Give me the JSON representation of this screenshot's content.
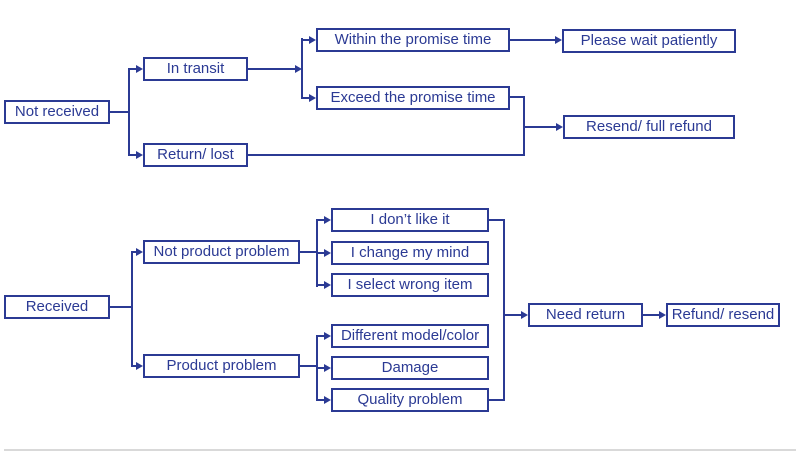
{
  "diagram": {
    "accent_color": "#2b3a94",
    "divider_color": "#d9d9d9",
    "flows": {
      "not_received": {
        "root": "Not received",
        "in_transit": "In transit",
        "return_lost": "Return/ lost",
        "within_promise_time": "Within the promise time",
        "exceed_promise_time": "Exceed the promise time",
        "please_wait": "Please wait patiently",
        "resend_full_refund": "Resend/ full refund"
      },
      "received": {
        "root": "Received",
        "not_product_problem": "Not product problem",
        "product_problem": "Product problem",
        "dont_like_it": "I don’t like it",
        "change_my_mind": "I change my mind",
        "select_wrong_item": "I select wrong item",
        "different_model_color": "Different model/color",
        "damage": "Damage",
        "quality_problem": "Quality problem",
        "need_return": "Need return",
        "refund_resend": "Refund/ resend"
      }
    }
  }
}
